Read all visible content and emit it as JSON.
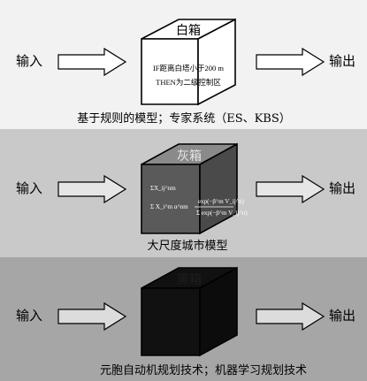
{
  "panels": [
    {
      "id": "white",
      "background": "#f2f2f2",
      "box_title": "白箱",
      "box_lines": [
        "IF距离白塔小于200 m",
        "THEN为二级控制区"
      ],
      "input_label": "输入",
      "output_label": "输出",
      "caption": "基于规则的模型；专家系统（ES、KBS）"
    },
    {
      "id": "gray",
      "background": "#c9c9c9",
      "box_title": "灰箱",
      "box_lines": [
        "ΣX_ij^nm",
        "Σ X_i^m α^nm",
        "exp(−β^m V_ij^n)",
        "Σ exp(−β^m V_ij^n)"
      ],
      "input_label": "输入",
      "output_label": "输出",
      "caption": "大尺度城市模型"
    },
    {
      "id": "black",
      "background": "#a6a6a6",
      "box_title": "黑箱",
      "input_label": "输入",
      "output_label": "输出",
      "caption": "元胞自动机规划技术；机器学习规划技术"
    }
  ],
  "colors": {
    "white_box_fill": "#ffffff",
    "gray_box_fill": "#5a5a5a",
    "gray_box_top": "#8a8a8a",
    "black_box_fill": "#111111",
    "stroke": "#000000"
  }
}
